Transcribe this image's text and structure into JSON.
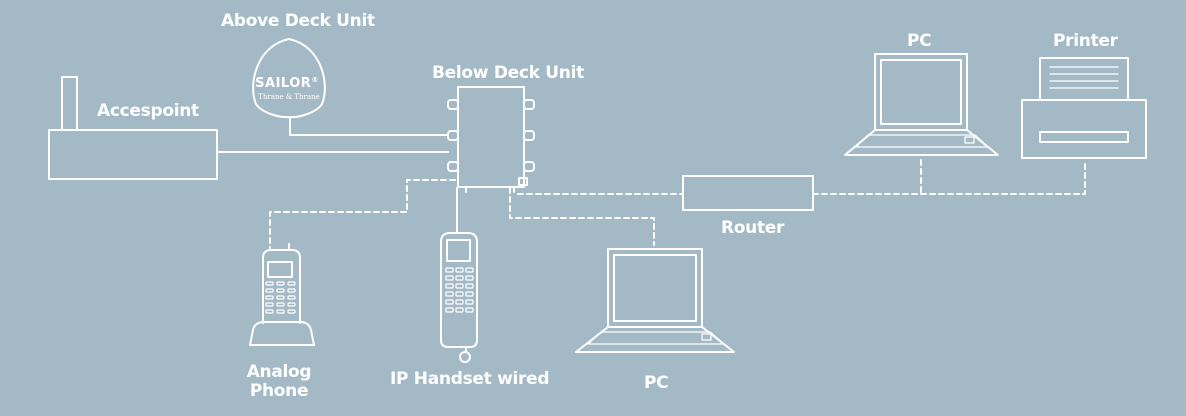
{
  "labels": {
    "above_deck_unit": "Above Deck Unit",
    "below_deck_unit": "Below Deck Unit",
    "accesspoint": "Accespoint",
    "pc_top": "PC",
    "printer": "Printer",
    "router": "Router",
    "analog_phone_line1": "Analog",
    "analog_phone_line2": "Phone",
    "ip_handset": "IP Handset wired",
    "pc_bottom": "PC"
  },
  "antenna_logo": {
    "brand": "SAILOR",
    "registered_mark": "®",
    "maker": "Thrane & Thrane"
  },
  "colors": {
    "background": "#a4b9c6",
    "stroke": "#ffffff"
  }
}
